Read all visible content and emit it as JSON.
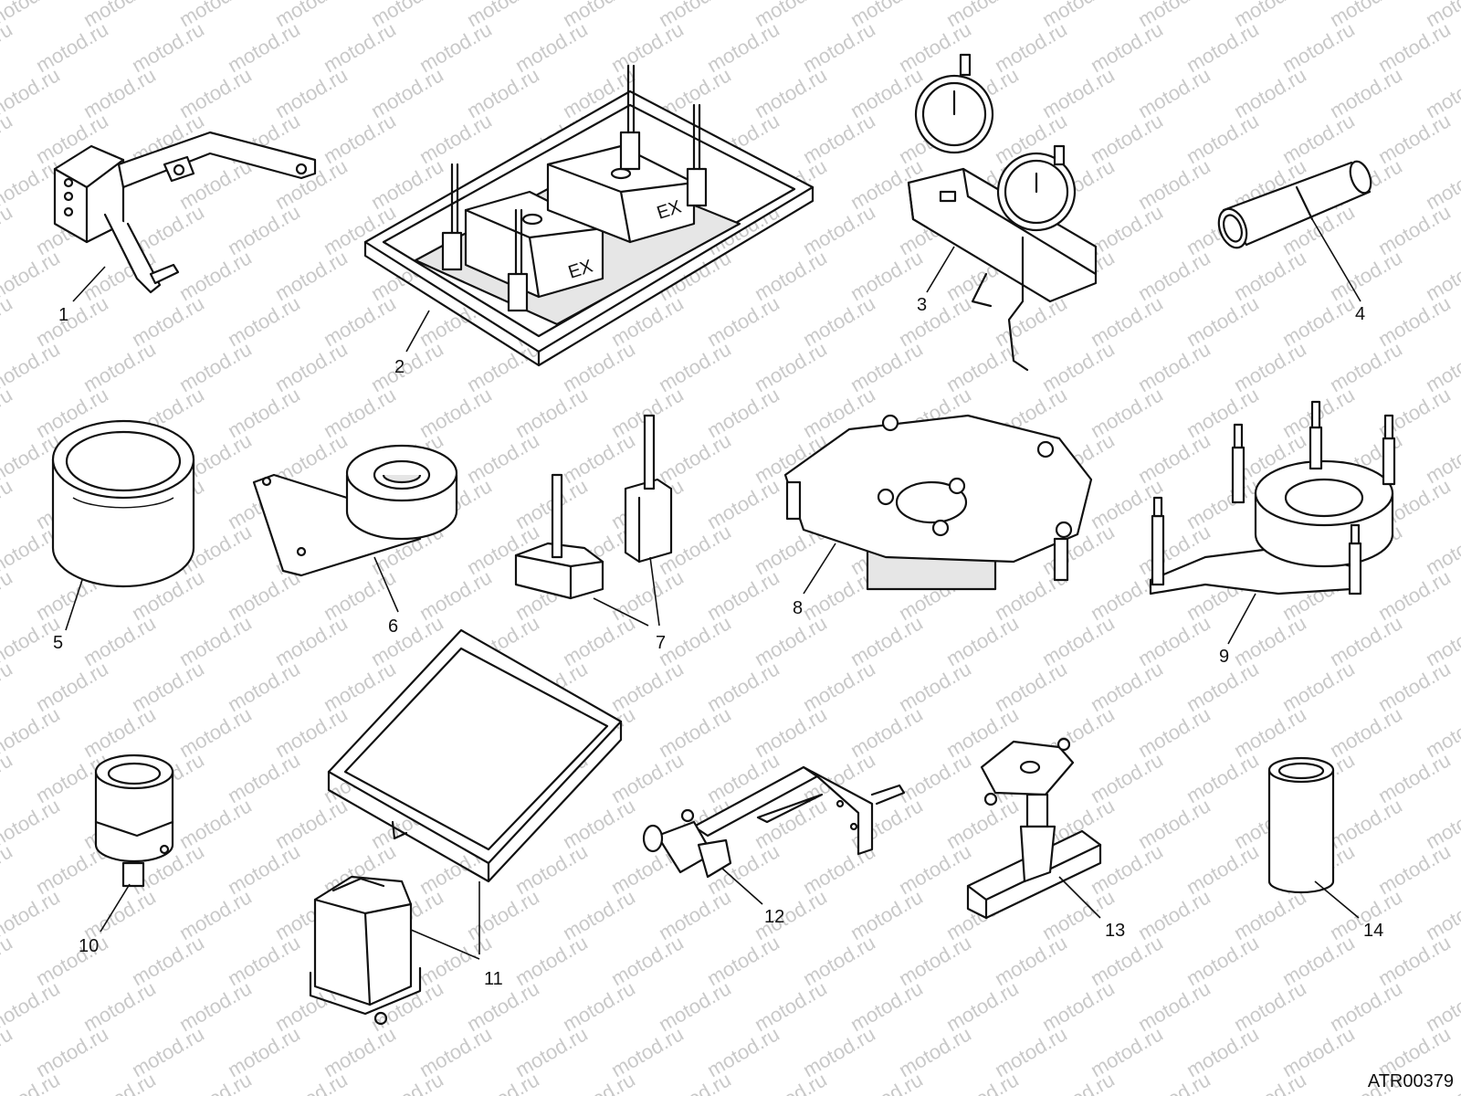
{
  "watermark": {
    "text": "motod.ru"
  },
  "tools": [
    {
      "number": "1"
    },
    {
      "number": "2",
      "marking": "EX"
    },
    {
      "number": "3"
    },
    {
      "number": "4"
    },
    {
      "number": "5"
    },
    {
      "number": "6"
    },
    {
      "number": "7"
    },
    {
      "number": "8"
    },
    {
      "number": "9"
    },
    {
      "number": "10"
    },
    {
      "number": "11"
    },
    {
      "number": "12"
    },
    {
      "number": "13"
    },
    {
      "number": "14"
    }
  ],
  "figure_reference": "ATR00379"
}
